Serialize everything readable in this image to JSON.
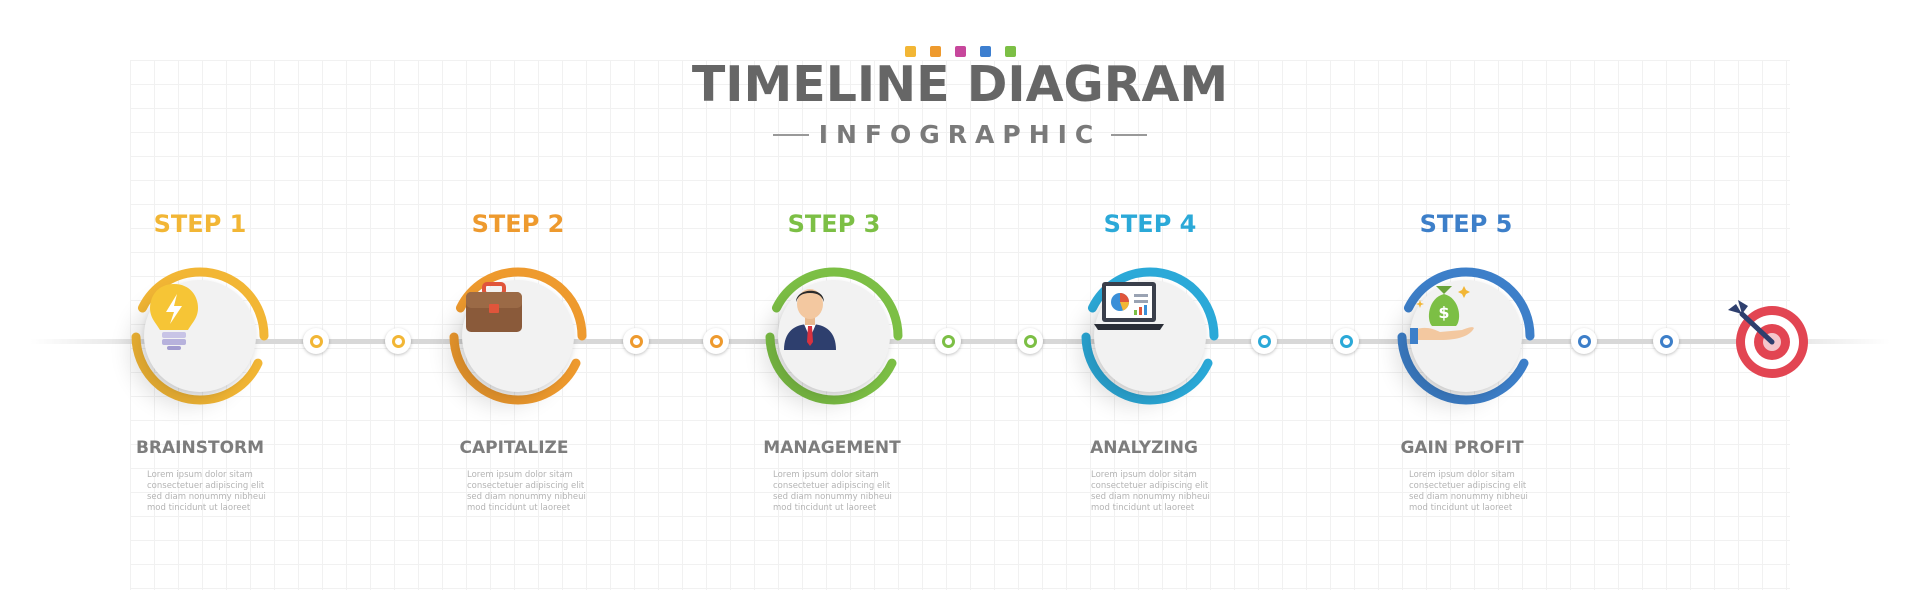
{
  "title": "TIMELINE DIAGRAM",
  "subtitle": "INFOGRAPHIC",
  "palette": [
    "#f2b635",
    "#ee9a2e",
    "#c7479c",
    "#3d7fd0",
    "#7cbf45"
  ],
  "steps": [
    {
      "label": "STEP 1",
      "name": "BRAINSTORM",
      "desc": "Lorem ipsum dolor sitam consectetuer adipiscing elit sed diam nonummy nibheui mod tincidunt ut laoreet",
      "color": "#f2b635",
      "icon": "lightbulb-icon"
    },
    {
      "label": "STEP 2",
      "name": "CAPITALIZE",
      "desc": "Lorem ipsum dolor sitam consectetuer adipiscing elit sed diam nonummy nibheui mod tincidunt ut laoreet",
      "color": "#ee9a2e",
      "icon": "briefcase-icon"
    },
    {
      "label": "STEP 3",
      "name": "MANAGEMENT",
      "desc": "Lorem ipsum dolor sitam consectetuer adipiscing elit sed diam nonummy nibheui mod tincidunt ut laoreet",
      "color": "#7cbf45",
      "icon": "businessman-icon"
    },
    {
      "label": "STEP 4",
      "name": "ANALYZING",
      "desc": "Lorem ipsum dolor sitam consectetuer adipiscing elit sed diam nonummy nibheui mod tincidunt ut laoreet",
      "color": "#2ba9d8",
      "icon": "laptop-chart-icon"
    },
    {
      "label": "STEP 5",
      "name": "GAIN PROFIT",
      "desc": "Lorem ipsum dolor sitam consectetuer adipiscing elit sed diam nonummy nibheui mod tincidunt ut laoreet",
      "color": "#3d7fc9",
      "icon": "money-bag-hand-icon"
    }
  ],
  "goal_icon": "target-dart-icon"
}
